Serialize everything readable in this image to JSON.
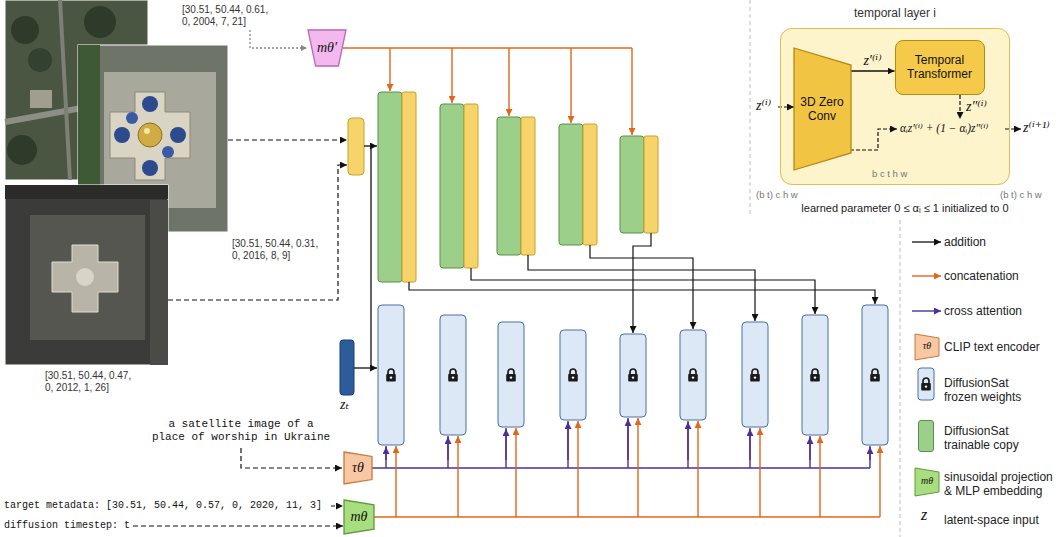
{
  "diagram": {
    "nodes": [
      {
        "text": [
          "mθ′"
        ]
      },
      {
        "text": [
          "τθ"
        ]
      },
      {
        "text": [
          "mθ"
        ]
      },
      {
        "text": [
          "temporal layer i"
        ]
      },
      {
        "text": [
          "3D Zero Conv"
        ],
        "in": 3
      },
      {
        "text": [
          "Temporal Transformer"
        ],
        "in": 3
      }
    ],
    "edges": [
      {
        "from": 4,
        "to": 5,
        "arrow": "to",
        "label": "z′⁽ⁱ⁾"
      }
    ],
    "labels": [
      "[30.51, 50.44, 0.61, 0, 2004, 7, 21]",
      "[30.51, 50.44, 0.31, 0, 2016, 8, 9]",
      "[30.51, 50.44, 0.47, 0, 2012, 1, 26]",
      "a satellite image of a place of worship in Ukraine",
      "target metadata: [30.51, 50.44, 0.57, 0, 2020, 11, 3]",
      "diffusion timestep: t",
      "zₜ",
      "z⁽ⁱ⁾",
      "z″⁽ⁱ⁾",
      "αᵢz′⁽ⁱ⁾ + (1 − αᵢ)z″⁽ⁱ⁾",
      "z⁽ⁱ⁺¹⁾",
      "b c t h w",
      "(b t) c h w",
      "(b t) c h w",
      "learned parameter 0 ≤ αᵢ ≤ 1 initialized to 0",
      "τθ",
      "mθ",
      "z"
    ],
    "legend": [
      {
        "text": "addition"
      },
      {
        "text": "concatenation"
      },
      {
        "text": "cross attention"
      },
      {
        "text": "CLIP text encoder"
      },
      {
        "text": "DiffusionSat frozen weights"
      },
      {
        "text": "DiffusionSat trainable copy",
        "color": "#9ccf8a"
      },
      {
        "text": "sinusoidal projection & MLP embedding"
      },
      {
        "text": "latent-space input"
      }
    ]
  }
}
